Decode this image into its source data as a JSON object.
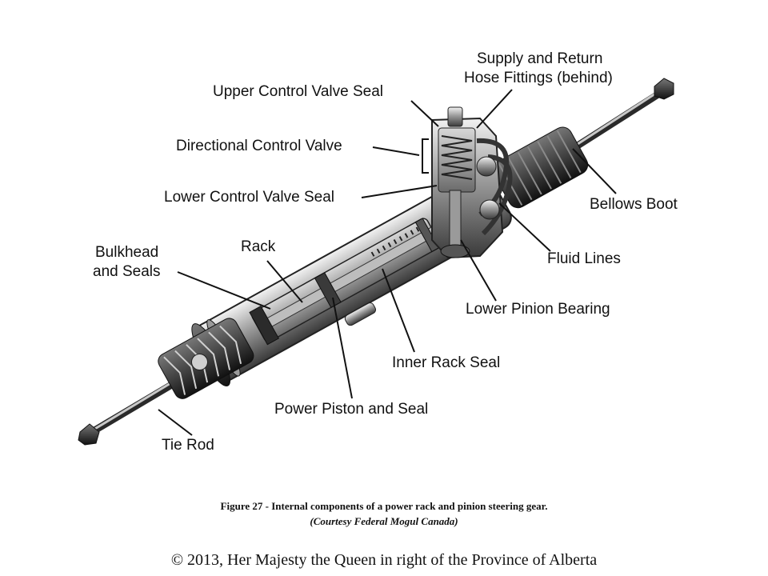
{
  "labels": {
    "supply_return_1": "Supply and Return",
    "supply_return_2": "Hose Fittings (behind)",
    "upper_control_valve_seal": "Upper Control Valve Seal",
    "directional_control_valve": "Directional Control Valve",
    "lower_control_valve_seal": "Lower Control Valve Seal",
    "bulkhead_1": "Bulkhead",
    "bulkhead_2": "and Seals",
    "rack": "Rack",
    "bellows_boot": "Bellows Boot",
    "fluid_lines": "Fluid Lines",
    "lower_pinion_bearing": "Lower Pinion Bearing",
    "inner_rack_seal": "Inner Rack Seal",
    "power_piston_seal": "Power Piston and Seal",
    "tie_rod": "Tie Rod"
  },
  "caption": {
    "line1": "Figure 27 - Internal components of a power rack and pinion steering gear.",
    "line2": "(Courtesy Federal Mogul Canada)"
  },
  "copyright": "© 2013, Her Majesty the Queen in right of the Province of Alberta"
}
